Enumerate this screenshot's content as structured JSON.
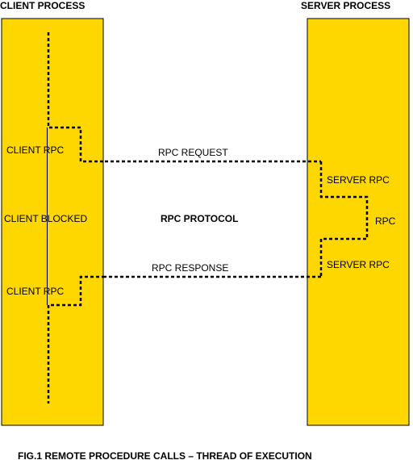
{
  "diagram": {
    "client_title": "CLIENT PROCESS",
    "server_title": "SERVER PROCESS",
    "client_labels": {
      "rpc_top": "CLIENT RPC",
      "blocked": "CLIENT BLOCKED",
      "rpc_bottom": "CLIENT RPC"
    },
    "server_labels": {
      "server_rpc_top": "SERVER RPC",
      "rpc": "RPC",
      "server_rpc_bottom": "SERVER RPC"
    },
    "messages": {
      "request": "RPC REQUEST",
      "response": "RPC RESPONSE"
    },
    "protocol_label": "RPC PROTOCOL",
    "caption": "FIG.1 REMOTE PROCEDURE CALLS – THREAD OF EXECUTION"
  },
  "colors": {
    "process_box_fill": "#FFD700",
    "process_box_stroke": "#000000",
    "thread_line": "#000000"
  }
}
